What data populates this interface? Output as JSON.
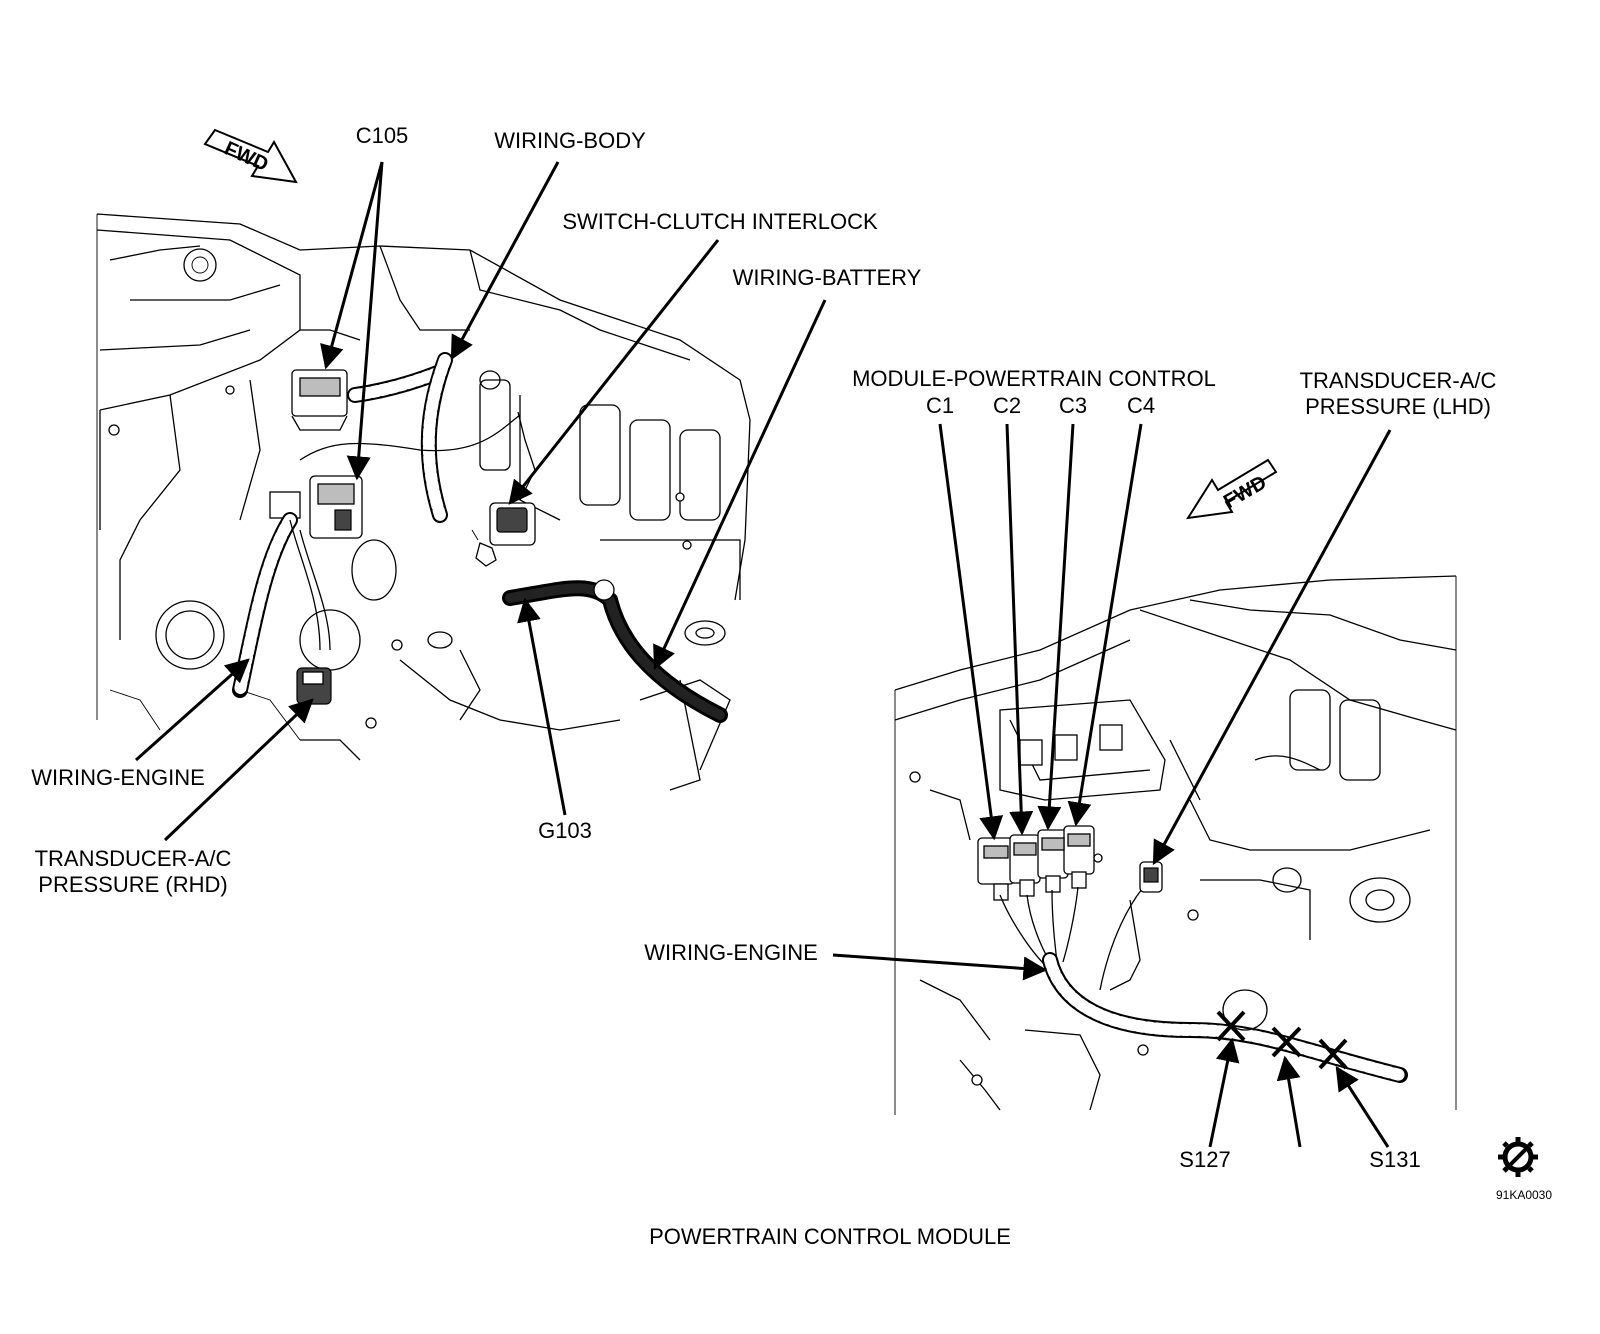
{
  "labels": {
    "c105": "C105",
    "wiring_body": "WIRING-BODY",
    "switch_clutch": "SWITCH-CLUTCH INTERLOCK",
    "wiring_battery": "WIRING-BATTERY",
    "wiring_engine_left": "WIRING-ENGINE",
    "transducer_rhd_1": "TRANSDUCER-A/C",
    "transducer_rhd_2": "PRESSURE (RHD)",
    "g103": "G103",
    "module_pcm": "MODULE-POWERTRAIN CONTROL",
    "c1": "C1",
    "c2": "C2",
    "c3": "C3",
    "c4": "C4",
    "transducer_lhd_1": "TRANSDUCER-A/C",
    "transducer_lhd_2": "PRESSURE (LHD)",
    "wiring_engine_right": "WIRING-ENGINE",
    "s127": "S127",
    "s131": "S131",
    "fig_id": "91KA0030",
    "caption": "POWERTRAIN CONTROL MODULE",
    "fwd_left": "FWD",
    "fwd_right": "FWD"
  }
}
